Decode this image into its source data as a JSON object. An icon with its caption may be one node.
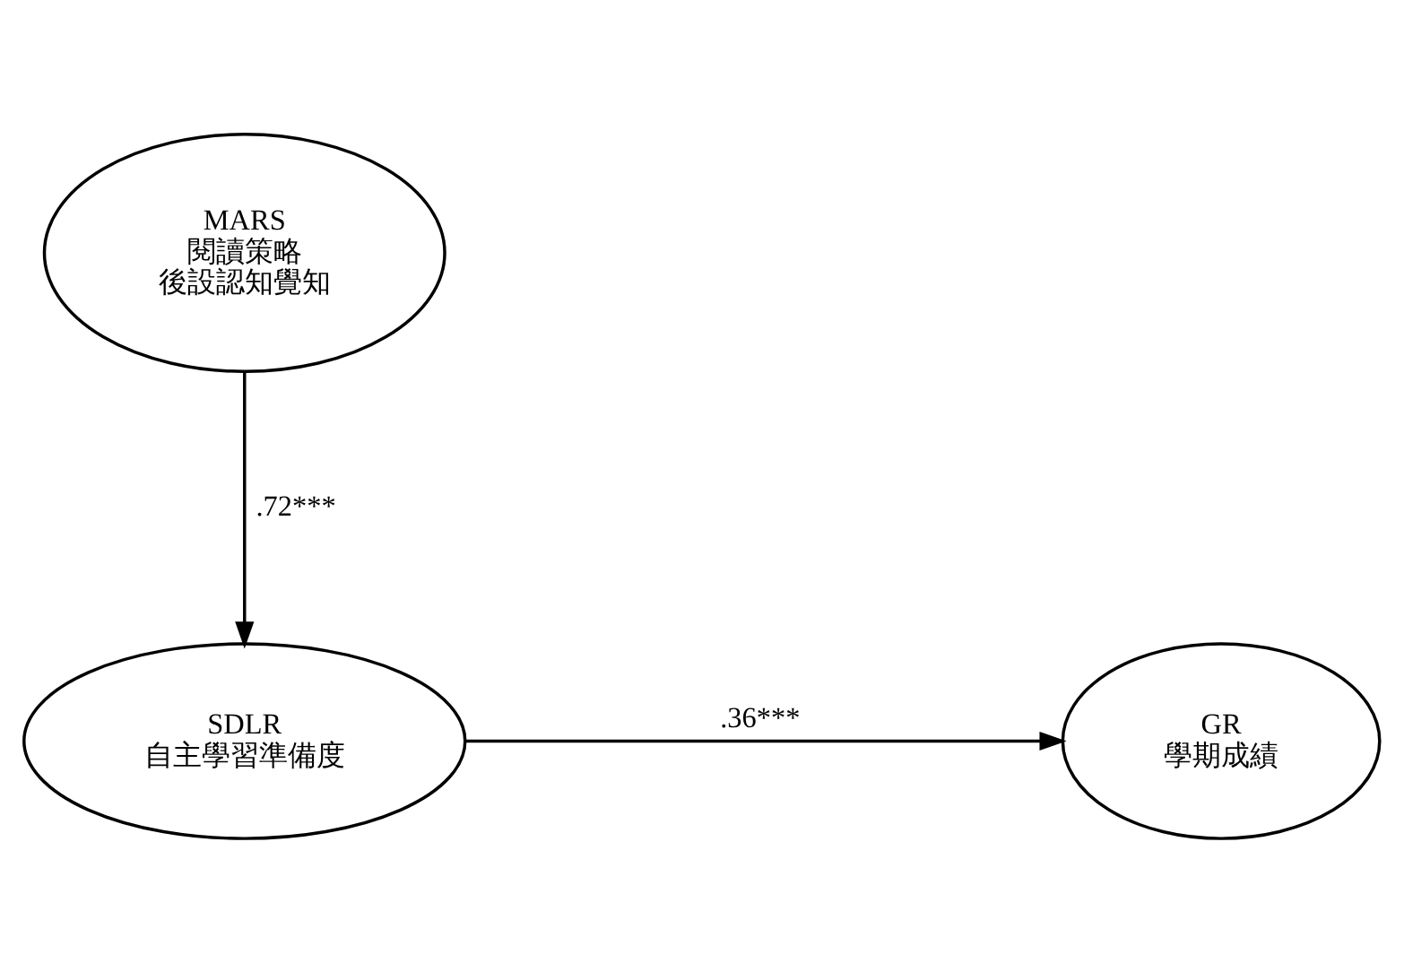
{
  "diagram": {
    "nodes": [
      {
        "text": [
          "MARS",
          "閱讀策略",
          "後設認知覺知"
        ]
      },
      {
        "text": [
          "SDLR",
          "自主學習準備度"
        ]
      },
      {
        "text": [
          "GR",
          "學期成績"
        ]
      }
    ],
    "edges": [
      {
        "from": 0,
        "to": 1,
        "arrow": "to",
        "label": ".72***"
      },
      {
        "from": 1,
        "to": 2,
        "arrow": "to",
        "label": ".36***"
      }
    ]
  }
}
